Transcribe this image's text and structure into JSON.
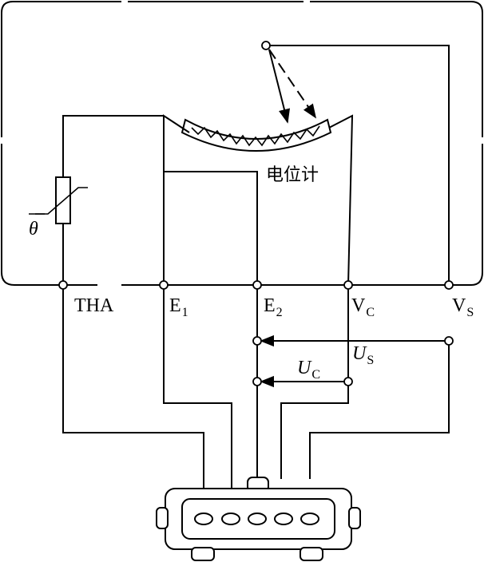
{
  "labels": {
    "potentiometer": "电位计",
    "theta": "θ",
    "tha": "THA",
    "e1_main": "E",
    "e1_sub": "1",
    "e2_main": "E",
    "e2_sub": "2",
    "vc_main": "V",
    "vc_sub": "C",
    "vs_main": "V",
    "vs_sub": "S",
    "us_main": "U",
    "us_sub": "S",
    "uc_main": "U",
    "uc_sub": "C"
  }
}
